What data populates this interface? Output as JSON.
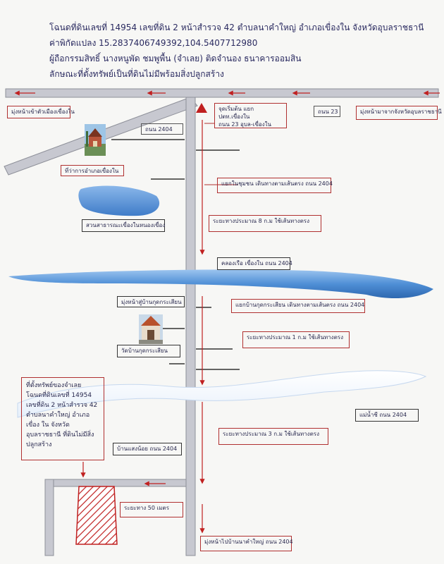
{
  "header": {
    "line1": "โฉนดที่ดินเลขที่ 14954 เลขที่ดิน 2 หน้าสำรวจ 42 ตำบลนาคำใหญ่ อำเภอเขื่องใน จังหวัดอุบลราชธานี",
    "line2": "ค่าพิกัดแปลง 15.2837406749392,104.5407712980",
    "line3": "ผู้ถือกรรมสิทธิ์ นางหนูพัด ชมพูพื้น (จำเลย)  ติดจำนอง ธนาคารออมสิน",
    "line4": "ลักษณะที่ตั้งทรัพย์เป็นที่ดินไม่มีพร้อมสิ่งปลูกสร้าง"
  },
  "labels": {
    "to_kheuang_nai_market": "มุ่งหน้าเข้าตัวเมืองเขื่องใน",
    "road_23": "ถนน 23",
    "to_ubon": "มุ่งหน้ามาจากจังหวัดอุบลราชธานี",
    "start_point": "จุดเริ่มต้น แยก ปตท.เขื่องใน\nถนน 23 อุบล-เขื่องใน",
    "road_2404_top": "ถนน 2404",
    "district_office": "ที่ว่าการอำเภอเขื่องใน",
    "junction_chumchon": "แยกในชุมชน เดินทางตามเส้นตรง ถนน 2404",
    "park": "สวนสาธารณะเขื่องในหนองเขื่อง",
    "distance_8km": "ระยะทางประมาณ 8 ก.ม  ใช้เส้นทางตรง",
    "canal": "คลองเรือ เขื่องใน ถนน 2404",
    "to_ban_kut": "มุ่งหน้าสู่บ้านกุดกระเสียน",
    "junction_ban_kut": "แยกบ้านกุดกระเสียน เดินทางตามเส้นตรง ถนน 2404",
    "distance_1km": "ระยะทางประมาณ 1 ก.ม  ใช้เส้นทางตรง",
    "temple": "วัดบ้านกุดกระเสียน",
    "mun_river": "แม่น้ำชี ถนน 2404",
    "distance_3km": "ระยะทางประมาณ 3 ก.ม  ใช้เส้นทางตรง",
    "ban_saeng_noi": "บ้านแสงน้อย ถนน 2404",
    "distance_50m": "ระยะทาง 50 เมตร",
    "to_ban_na_kham_yai": "มุ่งหน้าไปบ้านนาคำใหญ่ ถนน 2404"
  },
  "owner_box": {
    "text": "ที่ตั้งทรัพย์ของจำเลย โฉนดที่ดินเลขที่ 14954 เลขที่ดิน 2 หน้าสำรวจ 42 ตำบลนาคำใหญ่ อำเภอเขื่อง ใน จังหวัดอุบลราชธานี ที่ดินไม่มีสิ่งปลูกสร้าง"
  },
  "colors": {
    "road": "#c7c8d0",
    "arrow": "#c02020",
    "water": "#4f8fd6",
    "plot": "#c02020"
  }
}
